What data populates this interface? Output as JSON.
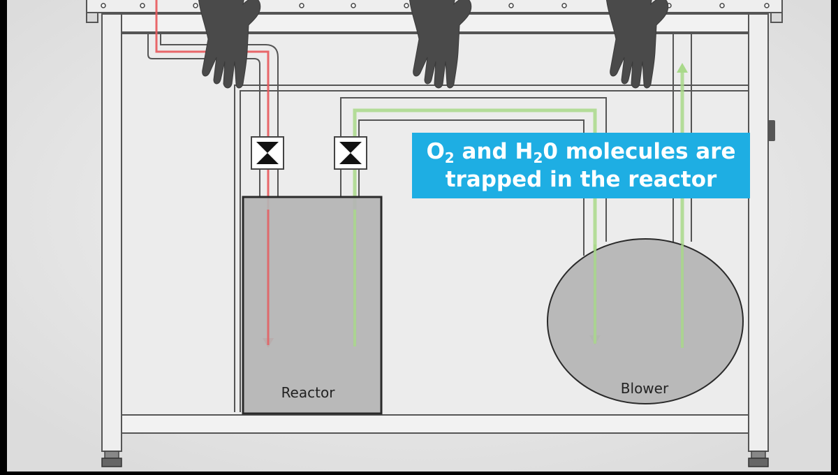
{
  "callout": {
    "part1": "O",
    "sub1": "2",
    "part2": " and H",
    "sub2": "2",
    "part3": "0 molecules are",
    "line2": "trapped in the reactor"
  },
  "labels": {
    "reactor": "Reactor",
    "blower": "Blower"
  },
  "colors": {
    "callout_bg": "#1eaee3",
    "inflow_pipe": "#e8585b",
    "circulation_pipe": "#a9d98a",
    "component_fill": "#b4b4b4"
  },
  "icons": [
    "hand-icon",
    "valve-icon",
    "arrow-down-icon",
    "arrow-up-icon"
  ]
}
